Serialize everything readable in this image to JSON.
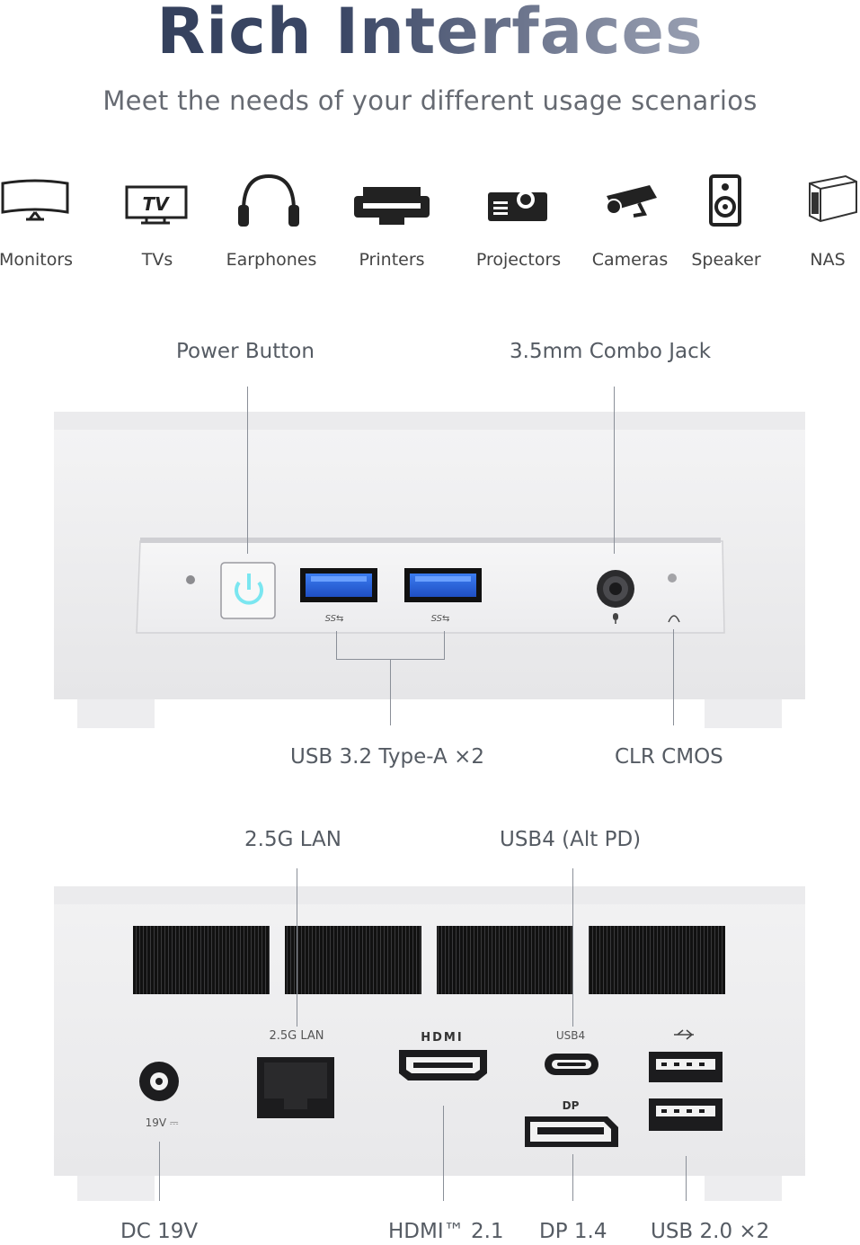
{
  "header": {
    "title": "Rich Interfaces",
    "subtitle": "Meet the needs of your different usage scenarios"
  },
  "scenarios": [
    {
      "label": "Monitors",
      "icon": "monitor-icon"
    },
    {
      "label": "TVs",
      "icon": "tv-icon"
    },
    {
      "label": "Earphones",
      "icon": "headphones-icon"
    },
    {
      "label": "Printers",
      "icon": "printer-icon"
    },
    {
      "label": "Projectors",
      "icon": "projector-icon"
    },
    {
      "label": "Cameras",
      "icon": "camera-icon"
    },
    {
      "label": "Speaker",
      "icon": "speaker-icon"
    },
    {
      "label": "NAS",
      "icon": "nas-icon"
    }
  ],
  "tv_icon_text": "TV",
  "front_panel": {
    "callouts": {
      "power_button": "Power Button",
      "combo_jack": "3.5mm Combo Jack",
      "usb_type_a": "USB 3.2 Type-A ×2",
      "clr_cmos": "CLR CMOS"
    },
    "usb_marking": "SS⇆"
  },
  "rear_panel": {
    "callouts": {
      "lan": "2.5G LAN",
      "usb4": "USB4 (Alt PD)",
      "dc": "DC 19V",
      "hdmi": "HDMI™ 2.1",
      "dp": "DP 1.4",
      "usb2": "USB 2.0 ×2"
    },
    "printed": {
      "lan": "2.5G LAN",
      "hdmi": "HDMI",
      "usb4": "USB4",
      "dp": "DP",
      "dc": "19V ⎓"
    }
  }
}
